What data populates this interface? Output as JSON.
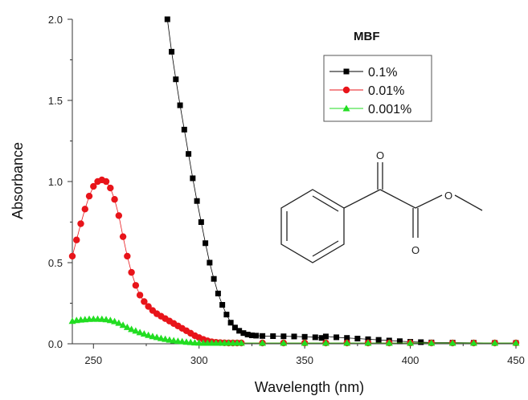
{
  "chart_data": {
    "type": "scatter",
    "xlabel": "Wavelength (nm)",
    "ylabel": "Absorbance",
    "xlim": [
      240,
      450
    ],
    "ylim": [
      0,
      2.0
    ],
    "xticks": [
      "250",
      "300",
      "350",
      "400",
      "450"
    ],
    "yticks": [
      "0.0",
      "0.5",
      "1.0",
      "1.5",
      "2.0"
    ],
    "legend_position": "top-right",
    "annotations": [
      "MBF"
    ],
    "molecule_atom_labels": [
      "O",
      "O",
      "O"
    ],
    "series": [
      {
        "name": "0.1%",
        "color": "#000000",
        "marker": "square",
        "x": [
          285,
          287,
          289,
          291,
          293,
          295,
          297,
          299,
          301,
          303,
          305,
          307,
          309,
          311,
          313,
          315,
          317,
          319,
          321,
          323,
          325,
          327,
          330,
          335,
          340,
          345,
          350,
          355,
          358,
          360,
          365,
          370,
          375,
          380,
          385,
          390,
          395,
          400,
          405,
          410,
          420,
          430,
          440,
          450
        ],
        "y": [
          2.0,
          1.8,
          1.63,
          1.47,
          1.32,
          1.17,
          1.02,
          0.88,
          0.75,
          0.62,
          0.5,
          0.4,
          0.31,
          0.24,
          0.18,
          0.13,
          0.1,
          0.08,
          0.066,
          0.057,
          0.052,
          0.05,
          0.048,
          0.047,
          0.046,
          0.045,
          0.043,
          0.04,
          0.036,
          0.045,
          0.04,
          0.036,
          0.032,
          0.028,
          0.024,
          0.02,
          0.016,
          0.012,
          0.01,
          0.008,
          0.007,
          0.006,
          0.005,
          0.005
        ]
      },
      {
        "name": "0.01%",
        "color": "#e8141a",
        "marker": "circle",
        "x": [
          240,
          242,
          244,
          246,
          248,
          250,
          252,
          254,
          256,
          258,
          260,
          262,
          264,
          266,
          268,
          270,
          272,
          274,
          276,
          278,
          280,
          282,
          284,
          286,
          288,
          290,
          292,
          294,
          296,
          298,
          300,
          302,
          304,
          306,
          308,
          310,
          312,
          314,
          316,
          318,
          320,
          330,
          340,
          350,
          360,
          370,
          380,
          390,
          400,
          410,
          420,
          430,
          440,
          450
        ],
        "y": [
          0.54,
          0.64,
          0.74,
          0.83,
          0.91,
          0.97,
          1.0,
          1.01,
          1.0,
          0.96,
          0.89,
          0.79,
          0.66,
          0.54,
          0.44,
          0.36,
          0.3,
          0.26,
          0.23,
          0.205,
          0.185,
          0.17,
          0.155,
          0.14,
          0.125,
          0.11,
          0.095,
          0.08,
          0.065,
          0.05,
          0.038,
          0.027,
          0.018,
          0.012,
          0.009,
          0.007,
          0.006,
          0.005,
          0.005,
          0.005,
          0.005,
          0.005,
          0.005,
          0.005,
          0.005,
          0.005,
          0.005,
          0.005,
          0.005,
          0.005,
          0.005,
          0.005,
          0.005,
          0.005
        ]
      },
      {
        "name": "0.001%",
        "color": "#22dd22",
        "marker": "triangle",
        "x": [
          240,
          242,
          244,
          246,
          248,
          250,
          252,
          254,
          256,
          258,
          260,
          262,
          264,
          266,
          268,
          270,
          272,
          274,
          276,
          278,
          280,
          282,
          284,
          286,
          288,
          290,
          292,
          294,
          296,
          298,
          300,
          302,
          304,
          306,
          308,
          310,
          312,
          314,
          316,
          318,
          320,
          330,
          340,
          350,
          360,
          370,
          380,
          390,
          400,
          410,
          420,
          430,
          440,
          450
        ],
        "y": [
          0.14,
          0.145,
          0.148,
          0.15,
          0.152,
          0.153,
          0.153,
          0.152,
          0.15,
          0.145,
          0.138,
          0.128,
          0.115,
          0.102,
          0.09,
          0.08,
          0.07,
          0.061,
          0.053,
          0.046,
          0.04,
          0.034,
          0.029,
          0.024,
          0.02,
          0.017,
          0.014,
          0.011,
          0.009,
          0.007,
          0.006,
          0.005,
          0.005,
          0.005,
          0.005,
          0.005,
          0.005,
          0.005,
          0.005,
          0.005,
          0.005,
          0.005,
          0.005,
          0.005,
          0.005,
          0.005,
          0.005,
          0.005,
          0.005,
          0.005,
          0.005,
          0.005,
          0.005,
          0.005
        ]
      }
    ]
  }
}
